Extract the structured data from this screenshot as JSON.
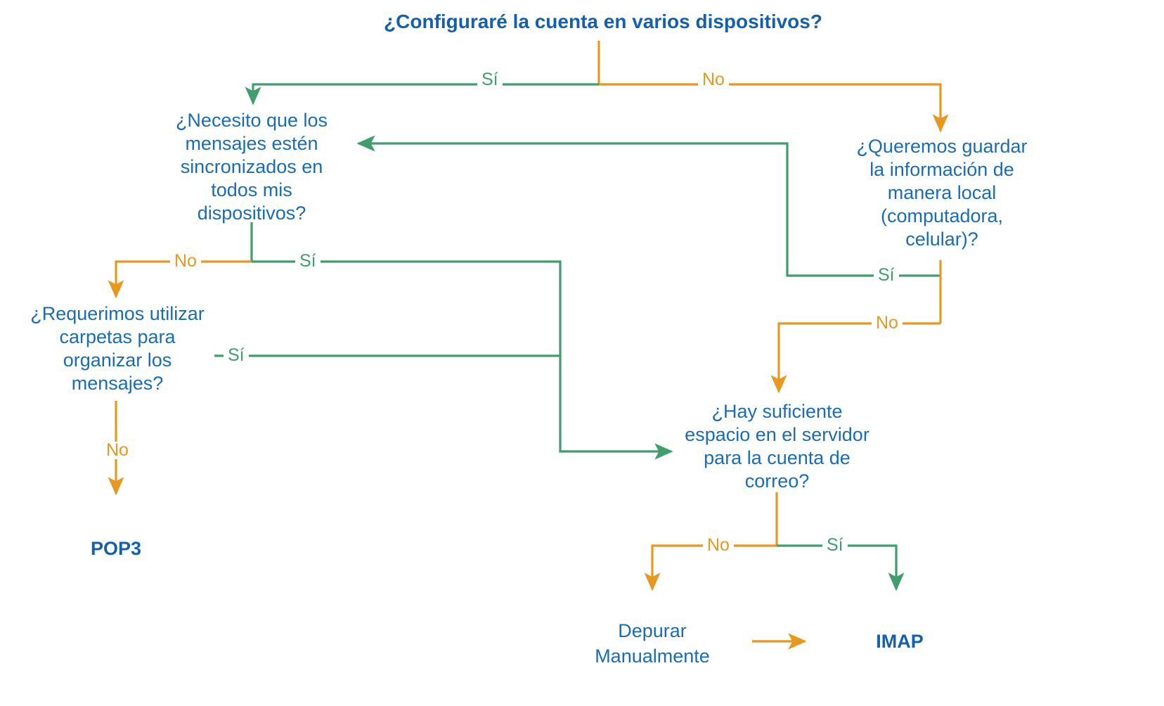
{
  "diagram": {
    "title": "¿Configuraré la cuenta en varios dispositivos?",
    "colors": {
      "node_text": "#1a6cb5",
      "title_text": "#1560ac",
      "yes_branch": "#3f9e6b",
      "no_branch": "#e8981f",
      "background": "#ffffff"
    },
    "nodes": {
      "root": "¿Configuraré la cuenta en varios dispositivos?",
      "sync": "¿Necesito que los\nmensajes estén\nsincronizados en\ntodos mis\ndispositivos?",
      "local": "¿Queremos guardar\nla información de\nmanera local\n(computadora,\ncelular)?",
      "folders": "¿Requerimos utilizar\ncarpetas para\norganizar los\nmensajes?",
      "space": "¿Hay suficiente\nespacio en el servidor\npara la cuenta de\ncorreo?"
    },
    "terminals": {
      "pop3": "POP3",
      "imap": "IMAP",
      "manual": "Depurar\nManualmente"
    },
    "edge_labels": {
      "root_yes": "Sí",
      "root_no": "No",
      "sync_no": "No",
      "sync_yes": "Sí",
      "folders_yes": "Sí",
      "folders_no": "No",
      "local_yes": "Sí",
      "local_no": "No",
      "space_no": "No",
      "space_yes": "Sí"
    }
  }
}
